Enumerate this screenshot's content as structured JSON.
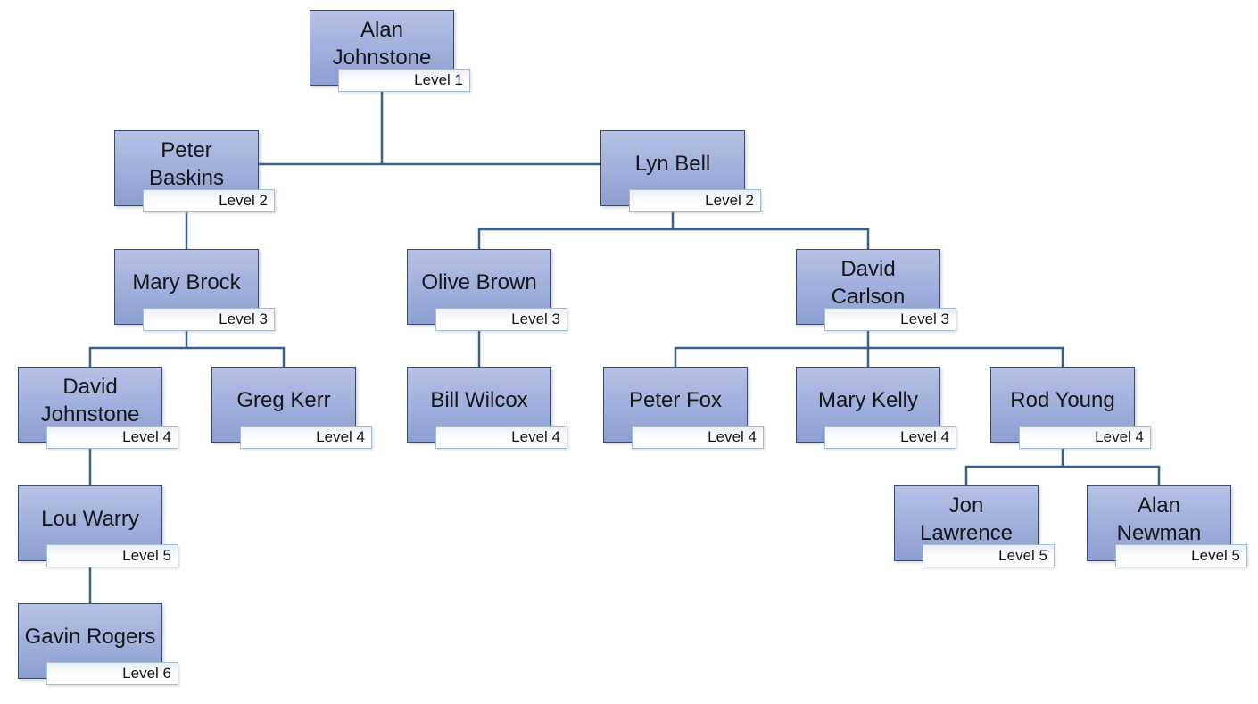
{
  "colors": {
    "box_fill_top": "#b6c1e6",
    "box_fill_bottom": "#8c9fd1",
    "box_border": "#3d4a66",
    "connector": "#35618c",
    "label_bg_top": "#e9eff7",
    "label_bg_bottom": "#ffffff",
    "label_border": "#a4bcd4",
    "text": "#15151a"
  },
  "chart": {
    "type": "org-chart",
    "nodes": [
      {
        "name": "Alan Johnstone",
        "name_display": "Alan\nJohnstone",
        "level": 1,
        "level_label": "Level 1",
        "reports_to": null
      },
      {
        "name": "Peter Baskins",
        "name_display": "Peter\nBaskins",
        "level": 2,
        "level_label": "Level 2",
        "reports_to": "Alan Johnstone"
      },
      {
        "name": "Lyn Bell",
        "name_display": "Lyn Bell",
        "level": 2,
        "level_label": "Level 2",
        "reports_to": "Alan Johnstone"
      },
      {
        "name": "Mary Brock",
        "name_display": "Mary Brock",
        "level": 3,
        "level_label": "Level 3",
        "reports_to": "Peter Baskins"
      },
      {
        "name": "Olive Brown",
        "name_display": "Olive Brown",
        "level": 3,
        "level_label": "Level 3",
        "reports_to": "Lyn Bell"
      },
      {
        "name": "David Carlson",
        "name_display": "David\nCarlson",
        "level": 3,
        "level_label": "Level 3",
        "reports_to": "Lyn Bell"
      },
      {
        "name": "David Johnstone",
        "name_display": "David\nJohnstone",
        "level": 4,
        "level_label": "Level 4",
        "reports_to": "Mary Brock"
      },
      {
        "name": "Greg Kerr",
        "name_display": "Greg Kerr",
        "level": 4,
        "level_label": "Level 4",
        "reports_to": "Mary Brock"
      },
      {
        "name": "Bill Wilcox",
        "name_display": "Bill Wilcox",
        "level": 4,
        "level_label": "Level 4",
        "reports_to": "Olive Brown"
      },
      {
        "name": "Peter Fox",
        "name_display": "Peter Fox",
        "level": 4,
        "level_label": "Level 4",
        "reports_to": "David Carlson"
      },
      {
        "name": "Mary Kelly",
        "name_display": "Mary Kelly",
        "level": 4,
        "level_label": "Level 4",
        "reports_to": "David Carlson"
      },
      {
        "name": "Rod Young",
        "name_display": "Rod Young",
        "level": 4,
        "level_label": "Level 4",
        "reports_to": "David Carlson"
      },
      {
        "name": "Lou Warry",
        "name_display": "Lou Warry",
        "level": 5,
        "level_label": "Level 5",
        "reports_to": "David Johnstone"
      },
      {
        "name": "Jon Lawrence",
        "name_display": "Jon\nLawrence",
        "level": 5,
        "level_label": "Level 5",
        "reports_to": "Rod Young"
      },
      {
        "name": "Alan Newman",
        "name_display": "Alan\nNewman",
        "level": 5,
        "level_label": "Level 5",
        "reports_to": "Rod Young"
      },
      {
        "name": "Gavin Rogers",
        "name_display": "Gavin Rogers",
        "level": 6,
        "level_label": "Level 6",
        "reports_to": "Lou Warry"
      }
    ]
  }
}
